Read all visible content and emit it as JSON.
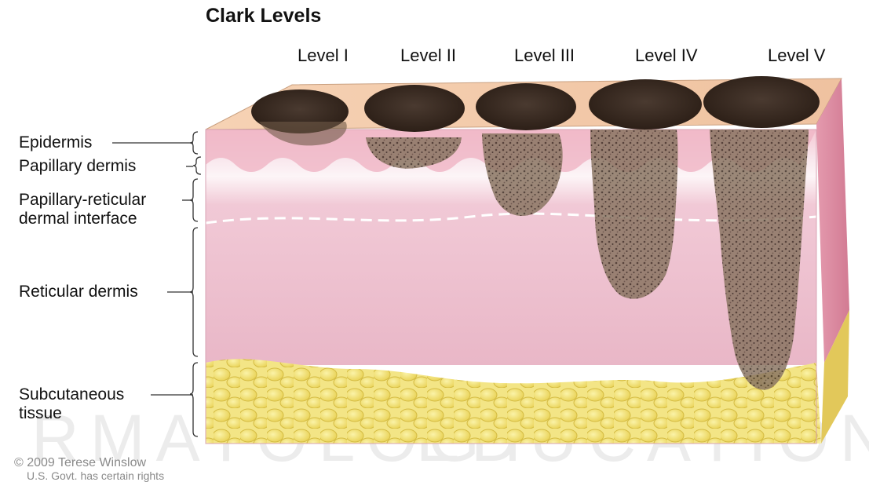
{
  "title": "Clark Levels",
  "levels": [
    "Level I",
    "Level II",
    "Level III",
    "Level IV",
    "Level V"
  ],
  "layers": {
    "epidermis": "Epidermis",
    "papillary_dermis": "Papillary dermis",
    "interface_line1": "Papillary-reticular",
    "interface_line2": "dermal interface",
    "reticular_dermis": "Reticular dermis",
    "subcutaneous_line1": "Subcutaneous",
    "subcutaneous_line2": "tissue"
  },
  "credit": {
    "copyright": "© 2009 Terese Winslow",
    "rights": "U.S. Govt. has certain rights"
  },
  "watermark": {
    "left": "RMATOLOGY",
    "right": "EDUCATION"
  },
  "colors": {
    "skin_top": "#f2c9a8",
    "epidermis": "#f3c3cf",
    "reticular": "#ecbccc",
    "fat": "#f1e27a",
    "melanoma": "#3a2b22",
    "invasion": "#7a6350"
  }
}
